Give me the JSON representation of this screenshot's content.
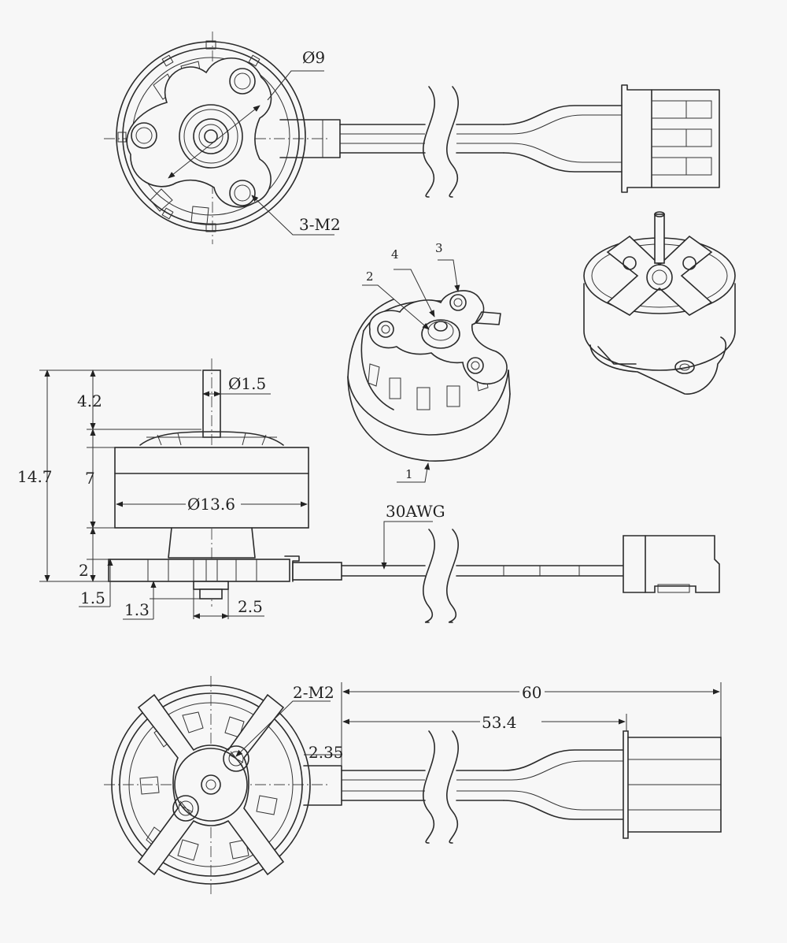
{
  "top_view": {
    "dia_label": "Ø9",
    "holes_label": "3-M2"
  },
  "iso_view": {
    "callout_1": "1",
    "callout_2": "2",
    "callout_3": "3",
    "callout_4": "4"
  },
  "side_view": {
    "total_height": "14.7",
    "shaft_height": "4.2",
    "body_height": "7",
    "base_height": "2",
    "flange_thk": "1.5",
    "boss_height": "1.3",
    "boss_dia": "2.5",
    "shaft_dia": "Ø1.5",
    "body_dia": "Ø13.6",
    "wire_label": "30AWG"
  },
  "bottom_view": {
    "holes_label": "2-M2",
    "total_length": "60",
    "wire_length": "53.4",
    "wire_offset": "2.35"
  }
}
